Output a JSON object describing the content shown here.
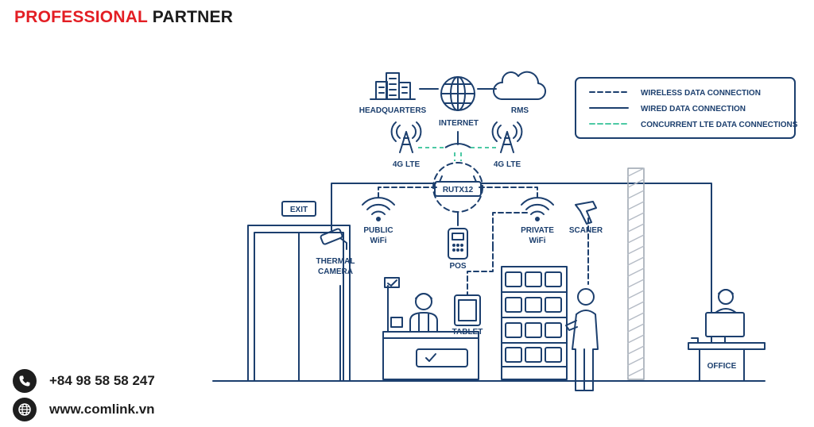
{
  "header": {
    "brand_red": "PROFESSIONAL",
    "brand_black": "PARTNER"
  },
  "contact": {
    "phone": "+84 98 58 58 247",
    "website": "www.comlink.vn",
    "phone_icon": "phone-icon",
    "web_icon": "globe-icon"
  },
  "legend": {
    "wireless": "WIRELESS DATA CONNECTION",
    "wired": "WIRED DATA CONNECTION",
    "lte": "CONCURRENT LTE DATA CONNECTIONS"
  },
  "labels": {
    "headquarters": "HEADQUARTERS",
    "internet": "INTERNET",
    "rms": "RMS",
    "lte_left": "4G LTE",
    "lte_right": "4G LTE",
    "router": "RUTX12",
    "exit": "EXIT",
    "public_wifi_1": "PUBLIC",
    "public_wifi_2": "WiFi",
    "pos": "POS",
    "private_wifi_1": "PRIVATE",
    "private_wifi_2": "WiFi",
    "scaner": "SCANER",
    "thermal_1": "THERMAL",
    "thermal_2": "CAMERA",
    "tablet": "TABLET",
    "office": "OFFICE"
  },
  "colors": {
    "line": "#1c3f6e",
    "lte": "#4cc9a4",
    "accent_fill": "#dfeaf5",
    "brand_red": "#e31e24"
  }
}
